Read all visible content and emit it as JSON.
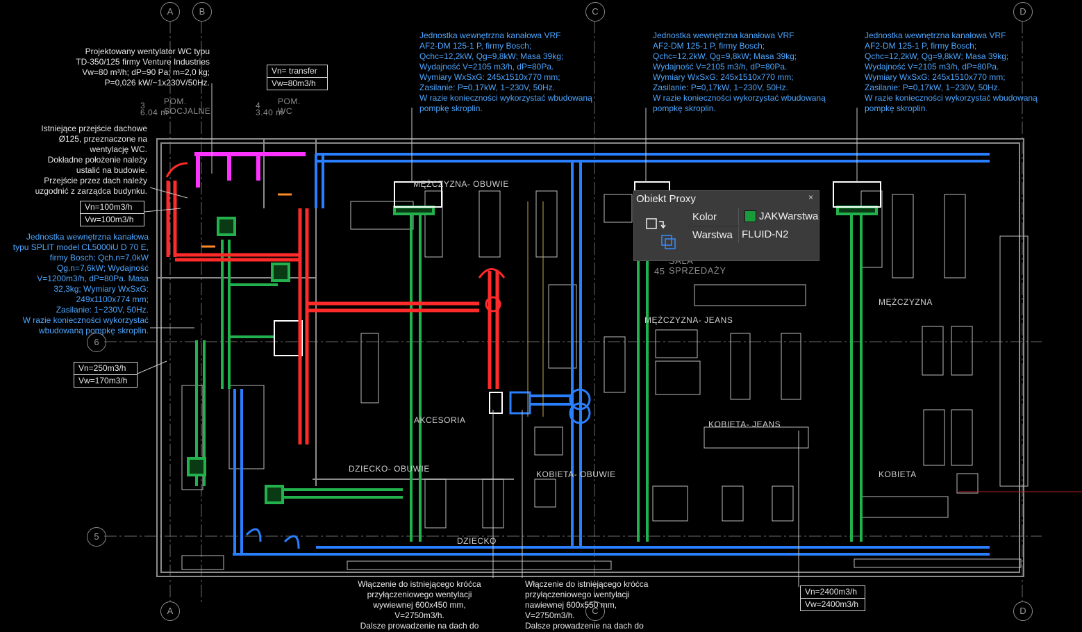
{
  "notes": {
    "vrf_unit_1": "Jednostka wewnętrzna kanałowa VRF\nAF2-DM 125-1 P, firmy Bosch;\nQchc=12,2kW, Qg=9,8kW; Masa 39kg;\nWydajność V=2105 m3/h, dP=80Pa.\nWymiary WxSxG: 245x1510x770 mm;\nZasilanie: P=0,17kW, 1~230V, 50Hz.\nW razie konieczności wykorzystać wbudowaną\npompkę skroplin.",
    "vrf_unit_2": "Jednostka wewnętrzna kanałowa VRF\nAF2-DM 125-1 P, firmy Bosch;\nQchc=12,2kW, Qg=9,8kW; Masa 39kg;\nWydajność V=2105 m3/h, dP=80Pa.\nWymiary WxSxG: 245x1510x770 mm;\nZasilanie: P=0,17kW, 1~230V, 50Hz.\nW razie konieczności wykorzystać wbudowaną\npompkę skroplin.",
    "vrf_unit_3": "Jednostka wewnętrzna kanałowa VRF\nAF2-DM 125-1 P, firmy Bosch;\nQchc=12,2kW, Qg=9,8kW; Masa 39kg;\nWydajność V=2105 m3/h, dP=80Pa.\nWymiary WxSxG: 245x1510x770 mm;\nZasilanie: P=0,17kW, 1~230V, 50Hz.\nW razie konieczności wykorzystać wbudowaną\npompkę skroplin.",
    "wc_fan": "Projektowany wentylator WC typu\nTD-350/125 firmy Venture Industries\nVw=80 m³/h; dP=90 Pa; m=2,0 kg;\nP=0,026 kW/~1x230V/50Hz.",
    "roof_passage": "Istniejące przejście dachowe\nØ125, przeznaczone na\nwentylację WC.\nDokładne położenie należy\nustalić na budowie.\nPrzejście przez dach należy\nuzgodnić z zarządca budynku.",
    "split_unit": "Jednostka wewnętrzna kanałowa\ntypu SPLIT model CL5000iU D 70 E,\nfirmy Bosch; Qch.n=7,0kW\nQg.n=7,6kW; Wydajność\nV=1200m3/h, dP=80Pa. Masa\n32,3kg; Wymiary WxSxG:\n249x1100x774 mm;\nZasilanie: 1~230V, 50Hz.\nW razie konieczności wykorzystać\nwbudowaną pompkę skroplin.",
    "exhaust_connection": "Włączenie do istniejącego króćca\nprzyłączeniowego wentylacji\nwywiewnej 600x450 mm,\nV=2750m3/h.\nDalsze prowadzenie na dach do",
    "supply_connection": "Włączenie do istniejącego króćca\nprzyłączeniowego wentylacji\nnawiewnej 600x550 mm,\nV=2750m3/h.\nDalsze prowadzenie na dach do"
  },
  "flow_boxes": {
    "transfer": [
      "Vn= transfer",
      "Vw=80m3/h"
    ],
    "b100": [
      "Vn=100m3/h",
      "Vw=100m3/h"
    ],
    "b250": [
      "Vn=250m3/h",
      "Vw=170m3/h"
    ],
    "b2400": [
      "Vn=2400m3/h",
      "Vw=2400m3/h"
    ]
  },
  "rooms": {
    "pom_soc_num": "3",
    "pom_soc_area": "6.04 m",
    "pom_soc_name": "POM.\nSOCJALNE",
    "pom_wc_num": "4",
    "pom_wc_area": "3.40 m",
    "pom_wc_name": "POM.\nWC",
    "mezczyzna_obuwie": "MĘŻCZYZNA- OBUWIE",
    "sala_sprzedazy": "SALA\nSPRZEDAŻY",
    "sala_num": "45",
    "mezczyzna": "MĘŻCZYZNA",
    "mezczyzna_jeans": "MĘŻCZYZNA- JEANS",
    "kobieta_jeans": "KOBIETA- JEANS",
    "akcesoria": "AKCESORIA",
    "dziecko_obuwie": "DZIECKO- OBUWIE",
    "kobieta_obuwie": "KOBIETA- OBUWIE",
    "kobieta": "KOBIETA",
    "dziecko": "DZIECKO"
  },
  "grid_bubbles": [
    "A",
    "B",
    "C",
    "D",
    "6",
    "5",
    "A",
    "C",
    "D"
  ],
  "proxy_panel": {
    "title": "Obiekt Proxy",
    "close_icon": "×",
    "kolor_label": "Kolor",
    "kolor_value": "JAKWarstwa",
    "kolor_swatch": "#1a9a3a",
    "warstwa_label": "Warstwa",
    "warstwa_value": "FLUID-N2"
  },
  "colors": {
    "supply_duct": "#2a7fff",
    "exhaust_duct": "#ff2a2a",
    "split_duct": "#22b14c",
    "wc_duct": "#ff33ff",
    "wall": "#8c8c8c"
  }
}
